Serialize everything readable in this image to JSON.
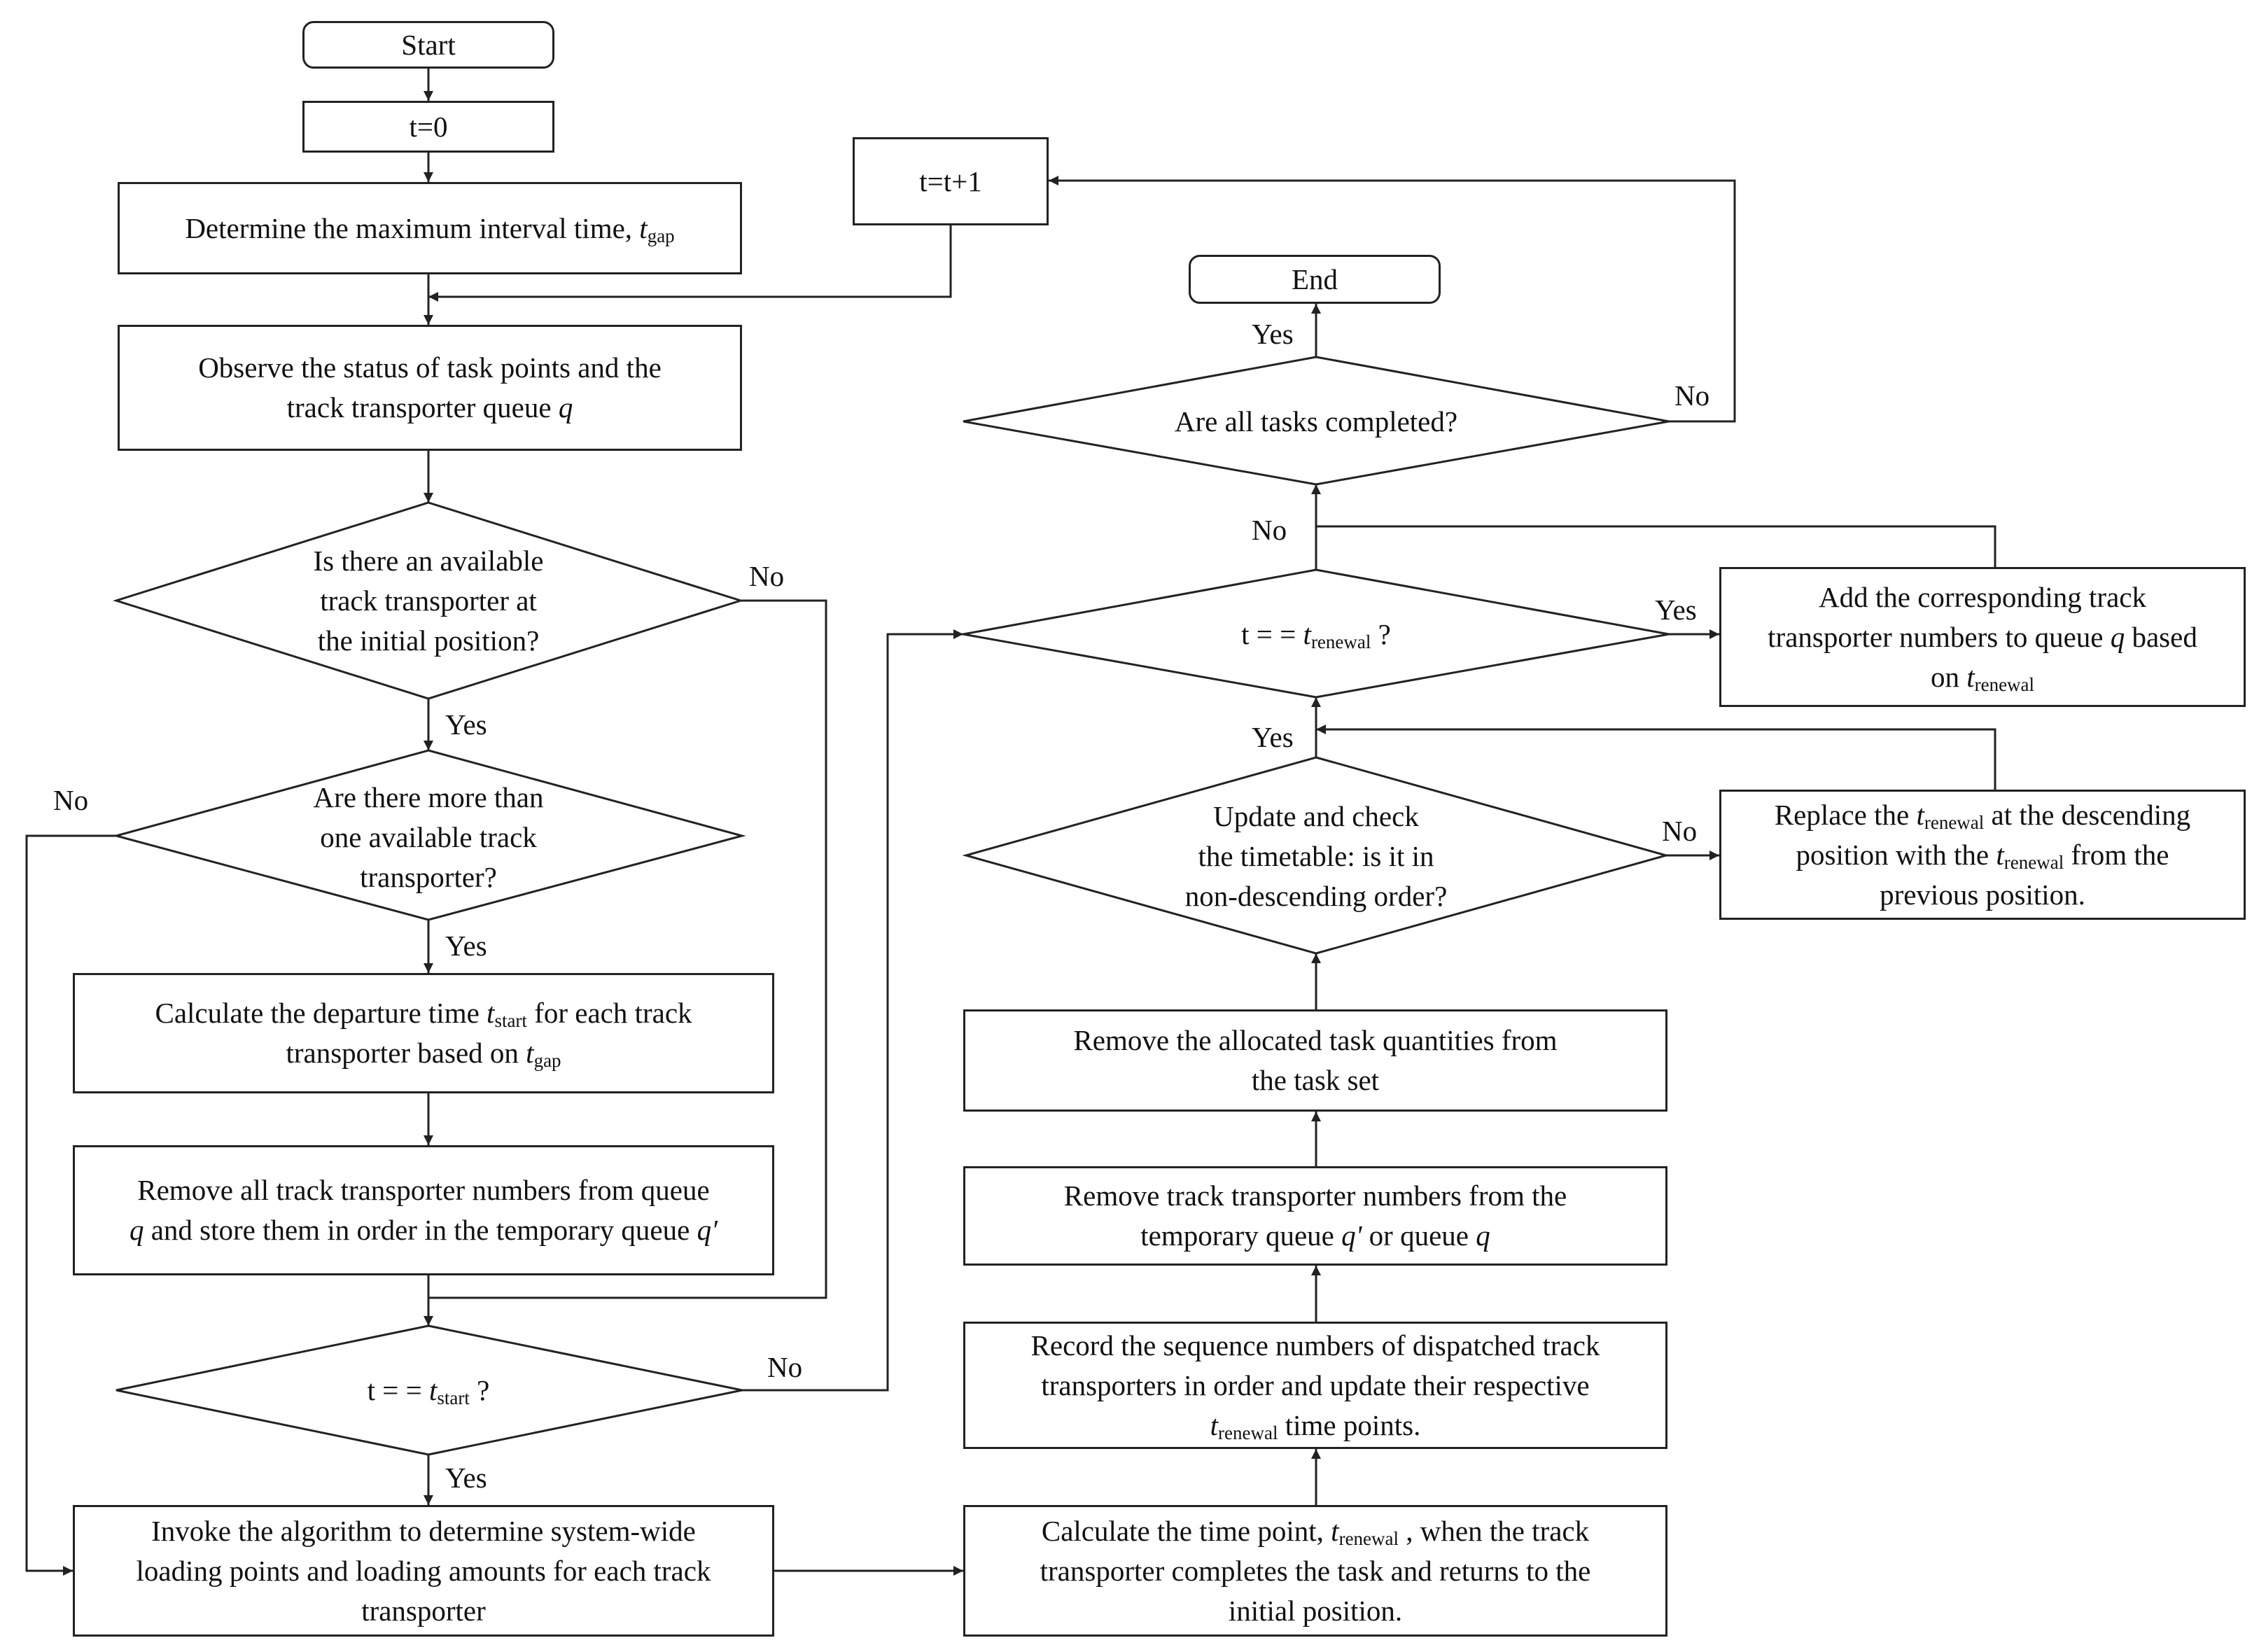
{
  "nodes": {
    "start": {
      "text": "Start"
    },
    "t0": {
      "text": "t=0"
    },
    "gap": {
      "parts": [
        {
          "t": "Determine the maximum interval time, "
        },
        {
          "t": "t",
          "i": true
        },
        {
          "t": "gap",
          "sub": true
        }
      ]
    },
    "observe": {
      "parts": [
        {
          "t": "Observe the status of task points and the"
        },
        {
          "br": true
        },
        {
          "t": "track transporter queue "
        },
        {
          "t": "q",
          "i": true
        }
      ]
    },
    "d_avail": {
      "parts": [
        {
          "t": "Is there an available"
        },
        {
          "br": true
        },
        {
          "t": "track transporter at"
        },
        {
          "br": true
        },
        {
          "t": "the initial position?"
        }
      ]
    },
    "d_more": {
      "parts": [
        {
          "t": "Are there more than"
        },
        {
          "br": true
        },
        {
          "t": "one available track"
        },
        {
          "br": true
        },
        {
          "t": "transporter?"
        }
      ]
    },
    "calc_start": {
      "parts": [
        {
          "t": "Calculate the departure time "
        },
        {
          "t": "t",
          "i": true
        },
        {
          "t": "start",
          "sub": true
        },
        {
          "t": " for each track"
        },
        {
          "br": true
        },
        {
          "t": "transporter based on "
        },
        {
          "t": "t",
          "i": true
        },
        {
          "t": "gap",
          "sub": true
        }
      ]
    },
    "remove_all": {
      "parts": [
        {
          "t": "Remove all track transporter numbers from queue"
        },
        {
          "br": true
        },
        {
          "t": "q",
          "i": true
        },
        {
          "t": " and store them in order in the temporary queue "
        },
        {
          "t": "q′",
          "i": true
        }
      ]
    },
    "d_tstart": {
      "parts": [
        {
          "t": "t = = "
        },
        {
          "t": "t",
          "i": true
        },
        {
          "t": "start",
          "sub": true
        },
        {
          "t": " ?"
        }
      ]
    },
    "invoke": {
      "parts": [
        {
          "t": "Invoke the algorithm to determine system-wide"
        },
        {
          "br": true
        },
        {
          "t": "loading points and loading amounts for each track"
        },
        {
          "br": true
        },
        {
          "t": "transporter"
        }
      ]
    },
    "tinc": {
      "text": "t=t+1"
    },
    "end": {
      "text": "End"
    },
    "d_done": {
      "parts": [
        {
          "t": "Are all tasks completed?"
        }
      ]
    },
    "d_renew": {
      "parts": [
        {
          "t": "t = = "
        },
        {
          "t": "t",
          "i": true
        },
        {
          "t": "renewal",
          "sub": true
        },
        {
          "t": " ?"
        }
      ]
    },
    "add_corr": {
      "parts": [
        {
          "t": "Add the corresponding track"
        },
        {
          "br": true
        },
        {
          "t": "transporter numbers to queue "
        },
        {
          "t": "q",
          "i": true
        },
        {
          "t": " based"
        },
        {
          "br": true
        },
        {
          "t": "on "
        },
        {
          "t": "t",
          "i": true
        },
        {
          "t": "renewal",
          "sub": true
        }
      ]
    },
    "d_update": {
      "parts": [
        {
          "t": "Update and check"
        },
        {
          "br": true
        },
        {
          "t": "the timetable: is it in"
        },
        {
          "br": true
        },
        {
          "t": "non-descending order?"
        }
      ]
    },
    "replace": {
      "parts": [
        {
          "t": "Replace the "
        },
        {
          "t": "t",
          "i": true
        },
        {
          "t": "renewal",
          "sub": true
        },
        {
          "t": " at the descending"
        },
        {
          "br": true
        },
        {
          "t": "position with the "
        },
        {
          "t": "t",
          "i": true
        },
        {
          "t": "renewal",
          "sub": true
        },
        {
          "t": " from the"
        },
        {
          "br": true
        },
        {
          "t": "previous position."
        }
      ]
    },
    "remove_alloc": {
      "parts": [
        {
          "t": "Remove the allocated task quantities from"
        },
        {
          "br": true
        },
        {
          "t": "the task set"
        }
      ]
    },
    "remove_track": {
      "parts": [
        {
          "t": "Remove track transporter numbers from the"
        },
        {
          "br": true
        },
        {
          "t": "temporary queue "
        },
        {
          "t": "q'",
          "i": true
        },
        {
          "t": " or queue "
        },
        {
          "t": "q",
          "i": true
        }
      ]
    },
    "record": {
      "parts": [
        {
          "t": "Record the sequence numbers of dispatched track"
        },
        {
          "br": true
        },
        {
          "t": "transporters in order and update their respective"
        },
        {
          "br": true
        },
        {
          "t": "t",
          "i": true
        },
        {
          "t": "renewal",
          "sub": true
        },
        {
          "t": " time points."
        }
      ]
    },
    "calc_renew": {
      "parts": [
        {
          "t": "Calculate the time point, "
        },
        {
          "t": "t",
          "i": true
        },
        {
          "t": "renewal",
          "sub": true
        },
        {
          "t": " , when the track"
        },
        {
          "br": true
        },
        {
          "t": "transporter completes the task and returns to the"
        },
        {
          "br": true
        },
        {
          "t": "initial position."
        }
      ]
    }
  },
  "labels": {
    "no_avail": "No",
    "yes_avail": "Yes",
    "no_more": "No",
    "yes_more": "Yes",
    "no_tstart": "No",
    "yes_tstart": "Yes",
    "yes_done": "Yes",
    "no_done": "No",
    "no_renew_top": "No",
    "yes_renew": "Yes",
    "yes_update": "Yes",
    "no_update": "No"
  }
}
